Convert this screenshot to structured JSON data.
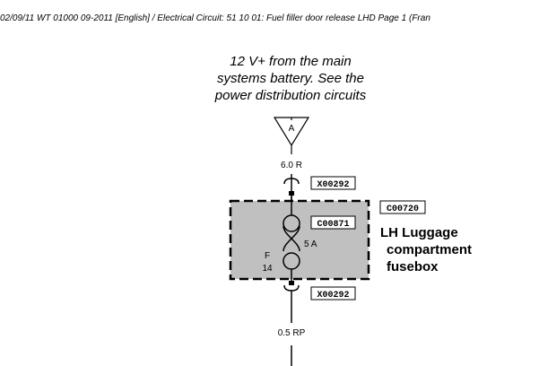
{
  "header": {
    "text": "02/09/11  WT 01000 09-2011 [English] / Electrical Circuit: 51 10 01: Fuel filler door release LHD  Page 1  (Fran"
  },
  "power_note": {
    "lines": [
      "12 V+ from the main",
      "systems battery. See the",
      "power distribution circuits"
    ]
  },
  "connector_ref": "A",
  "wires": {
    "top": "6.0 R",
    "bottom": "0.5 RP"
  },
  "connectors": {
    "upper": "X00292",
    "lower": "X00292",
    "fuse": "C00871",
    "fusebox": "C00720"
  },
  "fuse": {
    "rating": "5 A",
    "letter": "F",
    "number": "14"
  },
  "fusebox": {
    "name_lines": [
      "LH Luggage",
      "compartment",
      "fusebox"
    ],
    "fill_color": "#c0c0c0"
  }
}
